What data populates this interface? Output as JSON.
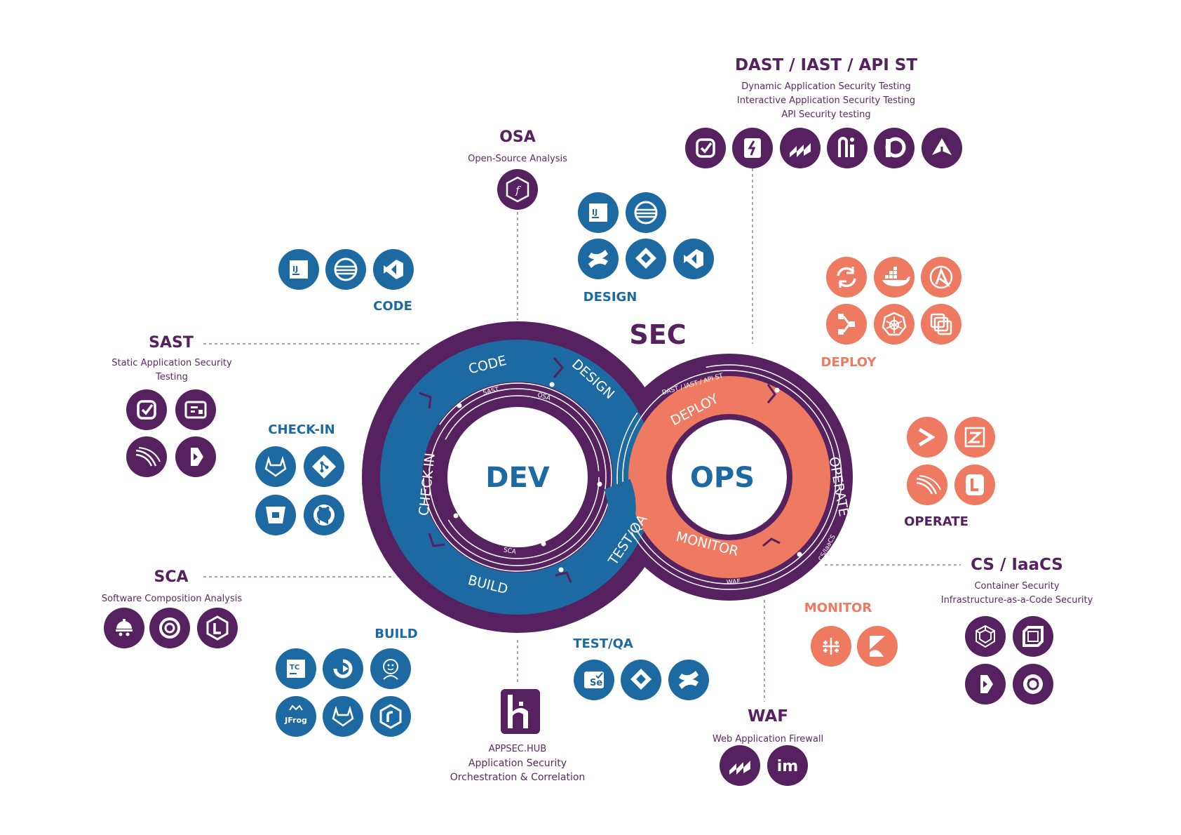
{
  "center": {
    "sec": "SEC",
    "dev": "DEV",
    "ops": "OPS",
    "dev_phases": [
      "CODE",
      "DESIGN",
      "CHECK-IN",
      "BUILD",
      "TEST/QA"
    ],
    "ops_phases": [
      "DEPLOY",
      "OPERATE",
      "MONITOR"
    ],
    "inner_labels": [
      "SAST",
      "OSA",
      "SCA",
      "DAST / IAST / API ST",
      "CS/IaaCS",
      "WAF"
    ]
  },
  "sections": {
    "osa": {
      "title": "OSA",
      "subtitle": "Open-Source Analysis"
    },
    "dast": {
      "title": "DAST / IAST / API ST",
      "lines": [
        "Dynamic Application Security Testing",
        "Interactive Application Security Testing",
        "API Security testing"
      ]
    },
    "sast": {
      "title": "SAST",
      "lines": [
        "Static Application Security",
        "Testing"
      ]
    },
    "sca": {
      "title": "SCA",
      "subtitle": "Software Composition Analysis"
    },
    "cs": {
      "title": "CS / IaaCS",
      "lines": [
        "Container Security",
        "Infrastructure-as-a-Code Security"
      ]
    },
    "waf": {
      "title": "WAF",
      "subtitle": "Web Application Firewall"
    },
    "appsec": {
      "lines": [
        "APPSEC.HUB",
        "Application Security",
        "Orchestration & Correlation"
      ]
    }
  },
  "tools": {
    "code": "CODE",
    "design": "DESIGN",
    "checkin": "CHECK-IN",
    "build": "BUILD",
    "testqa": "TEST/QA",
    "deploy": "DEPLOY",
    "operate": "OPERATE",
    "monitor": "MONITOR"
  },
  "icon_text": {
    "ij": "IJ",
    "tc": "TC",
    "jfrog": "JFrog",
    "se": "Se",
    "im": "im",
    "z": "Z"
  },
  "colors": {
    "purple": "#56215f",
    "blue": "#1d6aa3",
    "coral": "#ee7a62"
  }
}
